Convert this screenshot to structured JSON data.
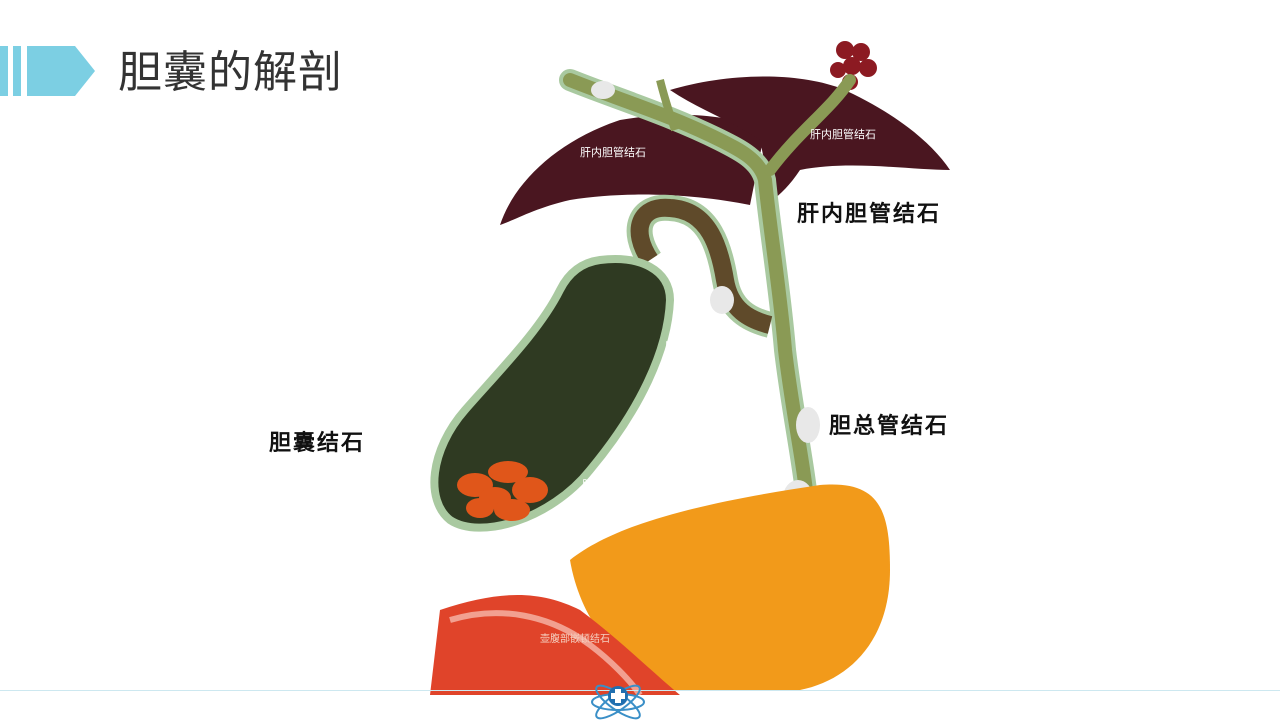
{
  "title": "胆囊的解剖",
  "labels": {
    "intrahepatic_top_left": "肝内胆管结石",
    "intrahepatic_top_right": "肝内胆管结石",
    "intrahepatic_big": "肝内胆管结石",
    "cystic_duct_small": "胆囊管结石",
    "common_bile_duct_big": "胆总管结石",
    "gallbladder_big": "胆囊结石",
    "gallbladder_small": "胆囊结石",
    "ampulla_small": "壶腹部嵌顿结石"
  },
  "colors": {
    "accent": "#7ccfe3",
    "liver": "#4a1620",
    "duct": "#8a9a55",
    "pancreas": "#f29a1a",
    "duodenum": "#e0442a",
    "stone_orange": "#e0561a"
  },
  "icons": [
    "title-chevron-icon",
    "medical-logo-icon"
  ]
}
